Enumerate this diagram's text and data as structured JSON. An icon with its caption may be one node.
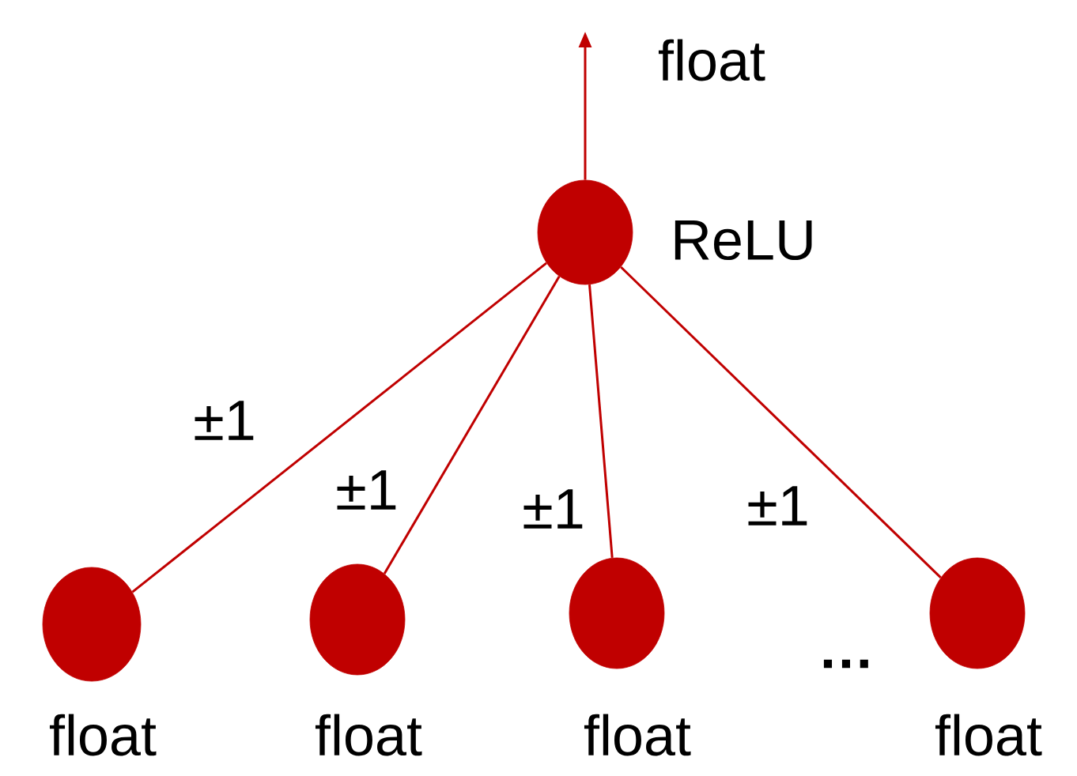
{
  "diagram": {
    "nodes": [
      {
        "text": [],
        "shape": "circle",
        "beside": [
          "ReLU"
        ]
      },
      {
        "text": [],
        "shape": "circle",
        "beside": [
          "float"
        ]
      },
      {
        "text": [],
        "shape": "circle",
        "beside": [
          "float"
        ]
      },
      {
        "text": [],
        "shape": "circle",
        "beside": [
          "float"
        ]
      },
      {
        "text": [],
        "shape": "circle",
        "beside": [
          "float"
        ]
      }
    ],
    "edges": [
      {
        "from": 1,
        "to": 0,
        "arrow": "none",
        "label": "±1"
      },
      {
        "from": 2,
        "to": 0,
        "arrow": "none",
        "label": "±1"
      },
      {
        "from": 3,
        "to": 0,
        "arrow": "none",
        "label": "±1"
      },
      {
        "from": 4,
        "to": 0,
        "arrow": "none",
        "label": "±1"
      },
      {
        "from": 0,
        "to": null,
        "arrow": "to"
      }
    ],
    "labels": [
      "float",
      "…"
    ]
  }
}
